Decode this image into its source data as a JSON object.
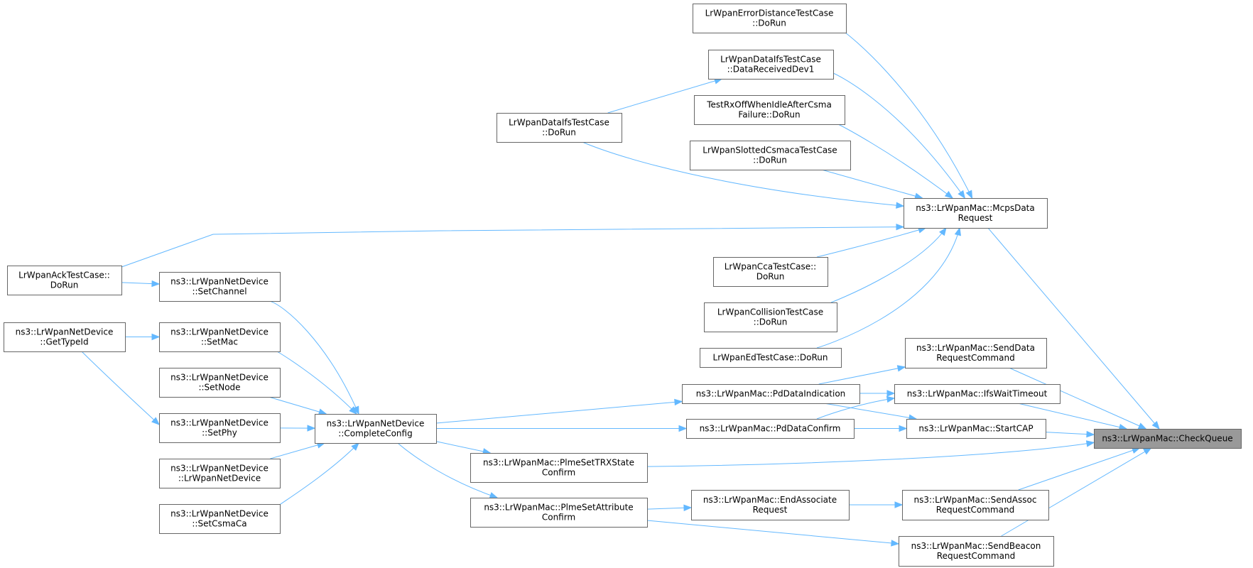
{
  "graph": {
    "title": "",
    "root": "checkQueue",
    "nodes": [
      {
        "id": "checkQueue",
        "lines": [
          "ns3::LrWpanMac::CheckQueue"
        ],
        "root": true
      },
      {
        "id": "mcpsDataRequest",
        "lines": [
          "ns3::LrWpanMac::McpsData",
          "Request"
        ]
      },
      {
        "id": "sendDataRequestCommand",
        "lines": [
          "ns3::LrWpanMac::SendData",
          "RequestCommand"
        ]
      },
      {
        "id": "ifsWaitTimeout",
        "lines": [
          "ns3::LrWpanMac::IfsWaitTimeout"
        ]
      },
      {
        "id": "startCAP",
        "lines": [
          "ns3::LrWpanMac::StartCAP"
        ]
      },
      {
        "id": "sendAssocRequestCommand",
        "lines": [
          "ns3::LrWpanMac::SendAssoc",
          "RequestCommand"
        ]
      },
      {
        "id": "sendBeaconRequestCommand",
        "lines": [
          "ns3::LrWpanMac::SendBeacon",
          "RequestCommand"
        ]
      },
      {
        "id": "errorDistance",
        "lines": [
          "LrWpanErrorDistanceTestCase",
          "::DoRun"
        ]
      },
      {
        "id": "dataIfsReceived",
        "lines": [
          "LrWpanDataIfsTestCase",
          "::DataReceivedDev1"
        ]
      },
      {
        "id": "rxOffIdle",
        "lines": [
          "TestRxOffWhenIdleAfterCsma",
          "Failure::DoRun"
        ]
      },
      {
        "id": "slottedCsma",
        "lines": [
          "LrWpanSlottedCsmacaTestCase",
          "::DoRun"
        ]
      },
      {
        "id": "ccaTest",
        "lines": [
          "LrWpanCcaTestCase::",
          "DoRun"
        ]
      },
      {
        "id": "collisionTest",
        "lines": [
          "LrWpanCollisionTestCase",
          "::DoRun"
        ]
      },
      {
        "id": "edTest",
        "lines": [
          "LrWpanEdTestCase::DoRun"
        ]
      },
      {
        "id": "pdDataIndication",
        "lines": [
          "ns3::LrWpanMac::PdDataIndication"
        ]
      },
      {
        "id": "pdDataConfirm",
        "lines": [
          "ns3::LrWpanMac::PdDataConfirm"
        ]
      },
      {
        "id": "plmeSetTRXState",
        "lines": [
          "ns3::LrWpanMac::PlmeSetTRXState",
          "Confirm"
        ]
      },
      {
        "id": "endAssociate",
        "lines": [
          "ns3::LrWpanMac::EndAssociate",
          "Request"
        ]
      },
      {
        "id": "plmeSetAttribute",
        "lines": [
          "ns3::LrWpanMac::PlmeSetAttribute",
          "Confirm"
        ]
      },
      {
        "id": "dataIfsDoRun",
        "lines": [
          "LrWpanDataIfsTestCase",
          "::DoRun"
        ]
      },
      {
        "id": "completeConfig",
        "lines": [
          "ns3::LrWpanNetDevice",
          "::CompleteConfig"
        ]
      },
      {
        "id": "ackTest",
        "lines": [
          "LrWpanAckTestCase::",
          "DoRun"
        ]
      },
      {
        "id": "setChannel",
        "lines": [
          "ns3::LrWpanNetDevice",
          "::SetChannel"
        ]
      },
      {
        "id": "setMac",
        "lines": [
          "ns3::LrWpanNetDevice",
          "::SetMac"
        ]
      },
      {
        "id": "setNode",
        "lines": [
          "ns3::LrWpanNetDevice",
          "::SetNode"
        ]
      },
      {
        "id": "setPhy",
        "lines": [
          "ns3::LrWpanNetDevice",
          "::SetPhy"
        ]
      },
      {
        "id": "ctor",
        "lines": [
          "ns3::LrWpanNetDevice",
          "::LrWpanNetDevice"
        ]
      },
      {
        "id": "setCsmaCa",
        "lines": [
          "ns3::LrWpanNetDevice",
          "::SetCsmaCa"
        ]
      },
      {
        "id": "getTypeId",
        "lines": [
          "ns3::LrWpanNetDevice",
          "::GetTypeId"
        ]
      }
    ],
    "edges": [
      {
        "from": "mcpsDataRequest",
        "to": "checkQueue"
      },
      {
        "from": "sendDataRequestCommand",
        "to": "checkQueue"
      },
      {
        "from": "ifsWaitTimeout",
        "to": "checkQueue"
      },
      {
        "from": "startCAP",
        "to": "checkQueue"
      },
      {
        "from": "plmeSetTRXState",
        "to": "checkQueue"
      },
      {
        "from": "sendAssocRequestCommand",
        "to": "checkQueue"
      },
      {
        "from": "sendBeaconRequestCommand",
        "to": "checkQueue"
      },
      {
        "from": "errorDistance",
        "to": "mcpsDataRequest"
      },
      {
        "from": "dataIfsReceived",
        "to": "mcpsDataRequest"
      },
      {
        "from": "rxOffIdle",
        "to": "mcpsDataRequest"
      },
      {
        "from": "slottedCsma",
        "to": "mcpsDataRequest"
      },
      {
        "from": "dataIfsDoRun",
        "to": "mcpsDataRequest"
      },
      {
        "from": "ackTest",
        "to": "mcpsDataRequest"
      },
      {
        "from": "ccaTest",
        "to": "mcpsDataRequest"
      },
      {
        "from": "collisionTest",
        "to": "mcpsDataRequest"
      },
      {
        "from": "edTest",
        "to": "mcpsDataRequest"
      },
      {
        "from": "dataIfsDoRun",
        "to": "dataIfsReceived"
      },
      {
        "from": "pdDataIndication",
        "to": "sendDataRequestCommand"
      },
      {
        "from": "pdDataIndication",
        "to": "ifsWaitTimeout"
      },
      {
        "from": "pdDataIndication",
        "to": "startCAP"
      },
      {
        "from": "pdDataConfirm",
        "to": "ifsWaitTimeout"
      },
      {
        "from": "pdDataConfirm",
        "to": "startCAP"
      },
      {
        "from": "endAssociate",
        "to": "sendAssocRequestCommand"
      },
      {
        "from": "plmeSetAttribute",
        "to": "endAssociate"
      },
      {
        "from": "plmeSetAttribute",
        "to": "sendBeaconRequestCommand"
      },
      {
        "from": "completeConfig",
        "to": "pdDataIndication"
      },
      {
        "from": "completeConfig",
        "to": "pdDataConfirm"
      },
      {
        "from": "completeConfig",
        "to": "plmeSetTRXState"
      },
      {
        "from": "completeConfig",
        "to": "plmeSetAttribute"
      },
      {
        "from": "setChannel",
        "to": "completeConfig"
      },
      {
        "from": "setMac",
        "to": "completeConfig"
      },
      {
        "from": "setNode",
        "to": "completeConfig"
      },
      {
        "from": "setPhy",
        "to": "completeConfig"
      },
      {
        "from": "ctor",
        "to": "completeConfig"
      },
      {
        "from": "setCsmaCa",
        "to": "completeConfig"
      },
      {
        "from": "ackTest",
        "to": "setChannel"
      },
      {
        "from": "getTypeId",
        "to": "setMac"
      },
      {
        "from": "getTypeId",
        "to": "setPhy"
      }
    ]
  }
}
